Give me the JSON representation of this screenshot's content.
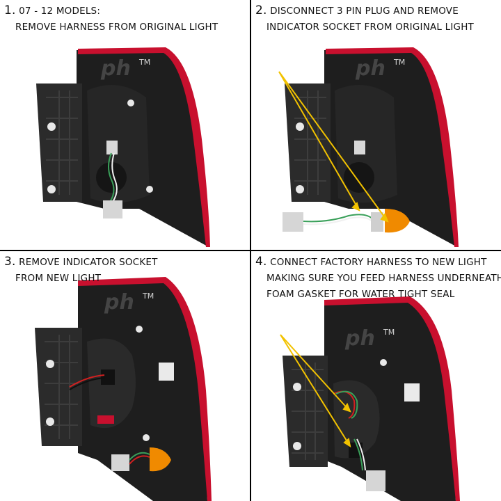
{
  "panels": [
    {
      "number": "1.",
      "lines": [
        "07 - 12 MODELS:",
        "REMOVE HARNESS FROM ORIGINAL LIGHT"
      ],
      "watermark": "ph",
      "trademark": "TM"
    },
    {
      "number": "2.",
      "lines": [
        "DISCONNECT 3 PIN PLUG AND REMOVE",
        "INDICATOR SOCKET FROM ORIGINAL LIGHT"
      ],
      "watermark": "ph",
      "trademark": "TM"
    },
    {
      "number": "3.",
      "lines": [
        "REMOVE INDICATOR SOCKET",
        "FROM NEW LIGHT"
      ],
      "watermark": "ph",
      "trademark": "TM"
    },
    {
      "number": "4.",
      "lines": [
        "CONNECT FACTORY HARNESS TO NEW LIGHT",
        "MAKING SURE YOU FEED HARNESS UNDERNEATH",
        "FOAM GASKET FOR WATER TIGHT SEAL"
      ],
      "watermark": "ph",
      "trademark": "TM"
    }
  ],
  "colors": {
    "lens_red": "#c8102e",
    "housing": "#1c1c1c",
    "arrow": "#f2c200",
    "indicator_amber": "#f08a00",
    "foam": "#2a2a2a"
  }
}
